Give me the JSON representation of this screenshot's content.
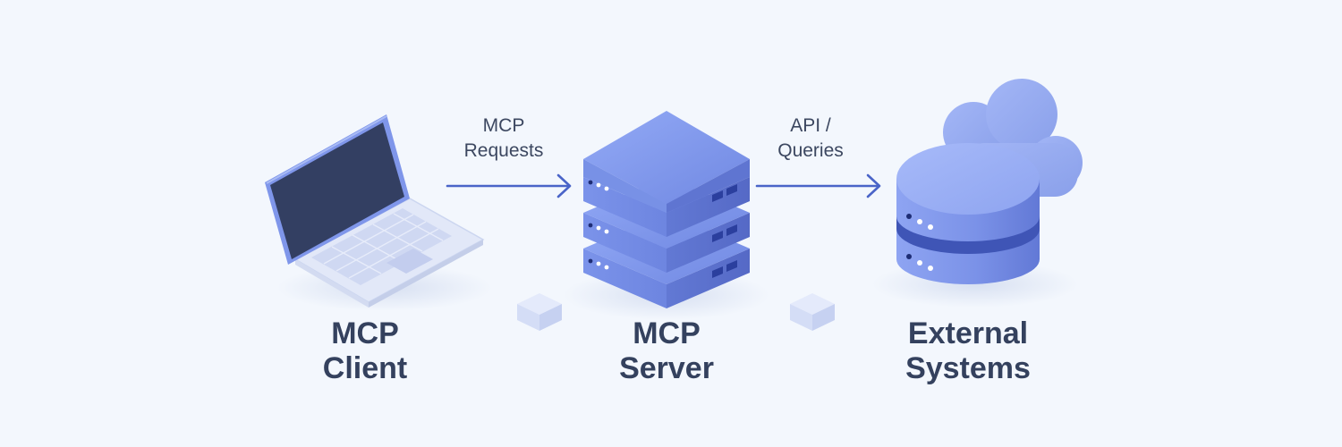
{
  "diagram": {
    "nodes": [
      {
        "id": "client",
        "label_line1": "MCP",
        "label_line2": "Client",
        "icon": "laptop-icon"
      },
      {
        "id": "server",
        "label_line1": "MCP",
        "label_line2": "Server",
        "icon": "server-stack-icon"
      },
      {
        "id": "external",
        "label_line1": "External",
        "label_line2": "Systems",
        "icon": "database-cloud-icon"
      }
    ],
    "edges": [
      {
        "from": "client",
        "to": "server",
        "label_line1": "MCP",
        "label_line2": "Requests"
      },
      {
        "from": "server",
        "to": "external",
        "label_line1": "API /",
        "label_line2": "Queries"
      }
    ]
  },
  "colors": {
    "background": "#f3f7fd",
    "accent": "#4a64c8",
    "primary_fill": "#7f96ea",
    "dark_screen": "#333f62",
    "text": "#34415e"
  }
}
